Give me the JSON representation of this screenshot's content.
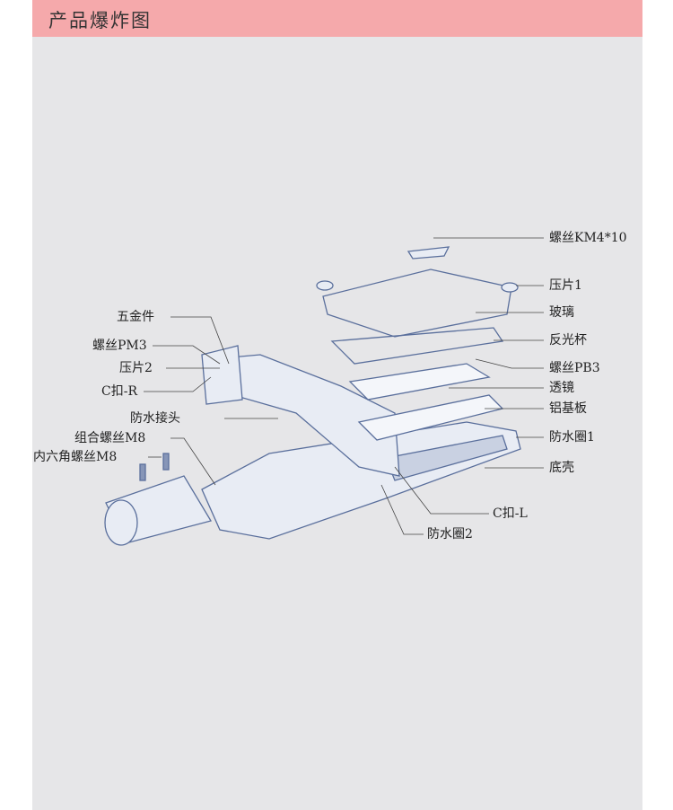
{
  "header": {
    "title": "产品爆炸图"
  },
  "labels_right": [
    "螺丝KM4*10",
    "压片1",
    "玻璃",
    "反光杯",
    "螺丝PB3",
    "透镜",
    "铝基板",
    "防水圈1",
    "底壳",
    "C扣-L",
    "防水圈2"
  ],
  "labels_left": [
    "五金件",
    "螺丝PM3",
    "压片2",
    "C扣-R",
    "防水接头",
    "组合螺丝M8",
    "内六角螺丝M8"
  ],
  "colors": {
    "header": "#f5a9ab",
    "panel": "#e6e6e8",
    "line": "#6b7fa8"
  }
}
